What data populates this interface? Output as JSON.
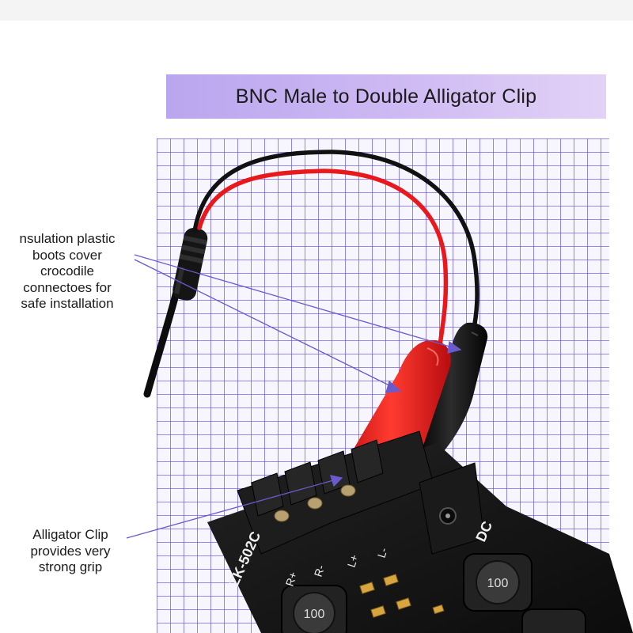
{
  "title": "BNC Male to Double Alligator Clip",
  "callouts": {
    "insulation": {
      "lines": [
        "nsulation plastic",
        "boots cover",
        "crocodile",
        "connectoes for",
        "safe installation"
      ]
    },
    "alligator": {
      "lines": [
        "Alligator Clip",
        "provides very",
        "strong grip"
      ]
    }
  },
  "board": {
    "model_label": "ZK-502C",
    "pin_labels": [
      "R+",
      "R-",
      "L+",
      "L-"
    ],
    "dc_label": "DC",
    "inductor_label": "100"
  },
  "colors": {
    "banner_start": "#b9a6ee",
    "banner_end": "#e2d2f6",
    "grid_line": "#5a4ad8",
    "red_wire": "#e8181c",
    "black_wire": "#111111",
    "board": "#151515"
  }
}
